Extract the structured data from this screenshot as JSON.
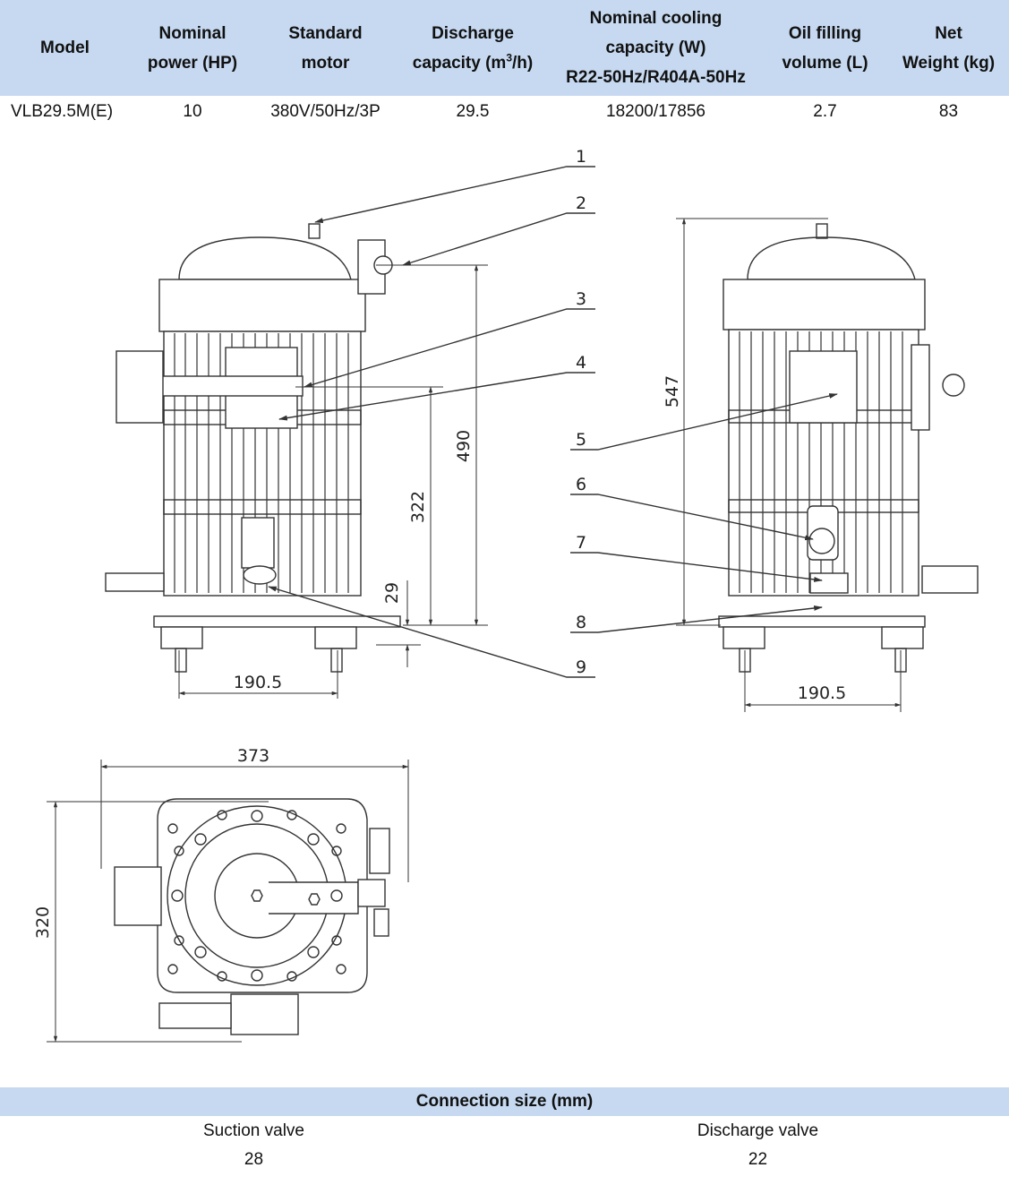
{
  "table": {
    "headers": [
      {
        "lines": [
          "Model"
        ]
      },
      {
        "lines": [
          "Nominal",
          "power (HP)"
        ]
      },
      {
        "lines": [
          "Standard",
          "motor"
        ]
      },
      {
        "lines": [
          "Discharge",
          "capacity (m",
          "/h)"
        ],
        "sup": "3"
      },
      {
        "lines": [
          "Nominal cooling",
          "capacity (W)",
          "R22-50Hz/R404A-50Hz"
        ]
      },
      {
        "lines": [
          "Oil filling",
          "volume (L)"
        ]
      },
      {
        "lines": [
          "Net",
          "Weight (kg)"
        ]
      }
    ],
    "row": [
      "VLB29.5M(E)",
      "10",
      "380V/50Hz/3P",
      "29.5",
      "18200/17856",
      "2.7",
      "83"
    ]
  },
  "drawing": {
    "callouts": [
      "1",
      "2",
      "3",
      "4",
      "5",
      "6",
      "7",
      "8",
      "9"
    ],
    "dims": {
      "front_width": "190.5",
      "front_height_total": "490",
      "front_height_mid": "322",
      "front_height_base": "29",
      "side_height": "547",
      "side_width": "190.5",
      "top_width": "373",
      "top_depth": "320"
    }
  },
  "connection": {
    "title": "Connection size (mm)",
    "suction_label": "Suction valve",
    "suction_value": "28",
    "discharge_label": "Discharge valve",
    "discharge_value": "22"
  }
}
